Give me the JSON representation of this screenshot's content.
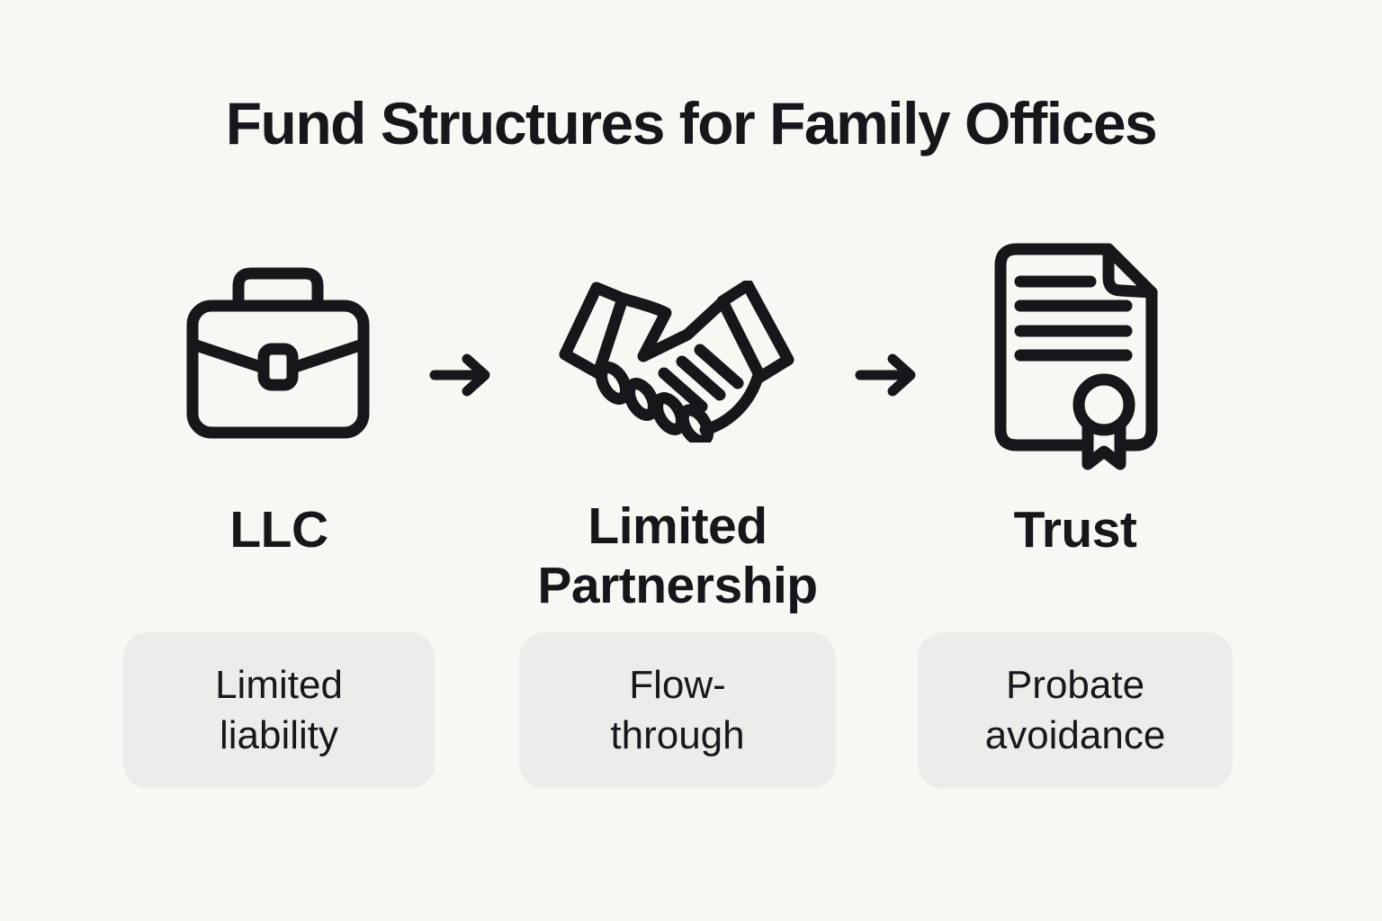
{
  "title": "Fund Structures for Family Offices",
  "columns": [
    {
      "name": "llc",
      "icon": "briefcase-icon",
      "label": "LLC",
      "benefit": "Limited liability"
    },
    {
      "name": "limited-partnership",
      "icon": "handshake-icon",
      "label": "Limited Partnership",
      "benefit": "Flow-through"
    },
    {
      "name": "trust",
      "icon": "document-seal-icon",
      "label": "Trust",
      "benefit": "Probate avoidance"
    }
  ],
  "arrows": [
    {
      "name": "flow-arrow-1",
      "direction": "right"
    },
    {
      "name": "flow-arrow-2",
      "direction": "right"
    }
  ],
  "colors": {
    "background": "#f7f7f4",
    "badge_background": "#ececea",
    "text": "#15171a",
    "icon_stroke": "#15171a"
  }
}
